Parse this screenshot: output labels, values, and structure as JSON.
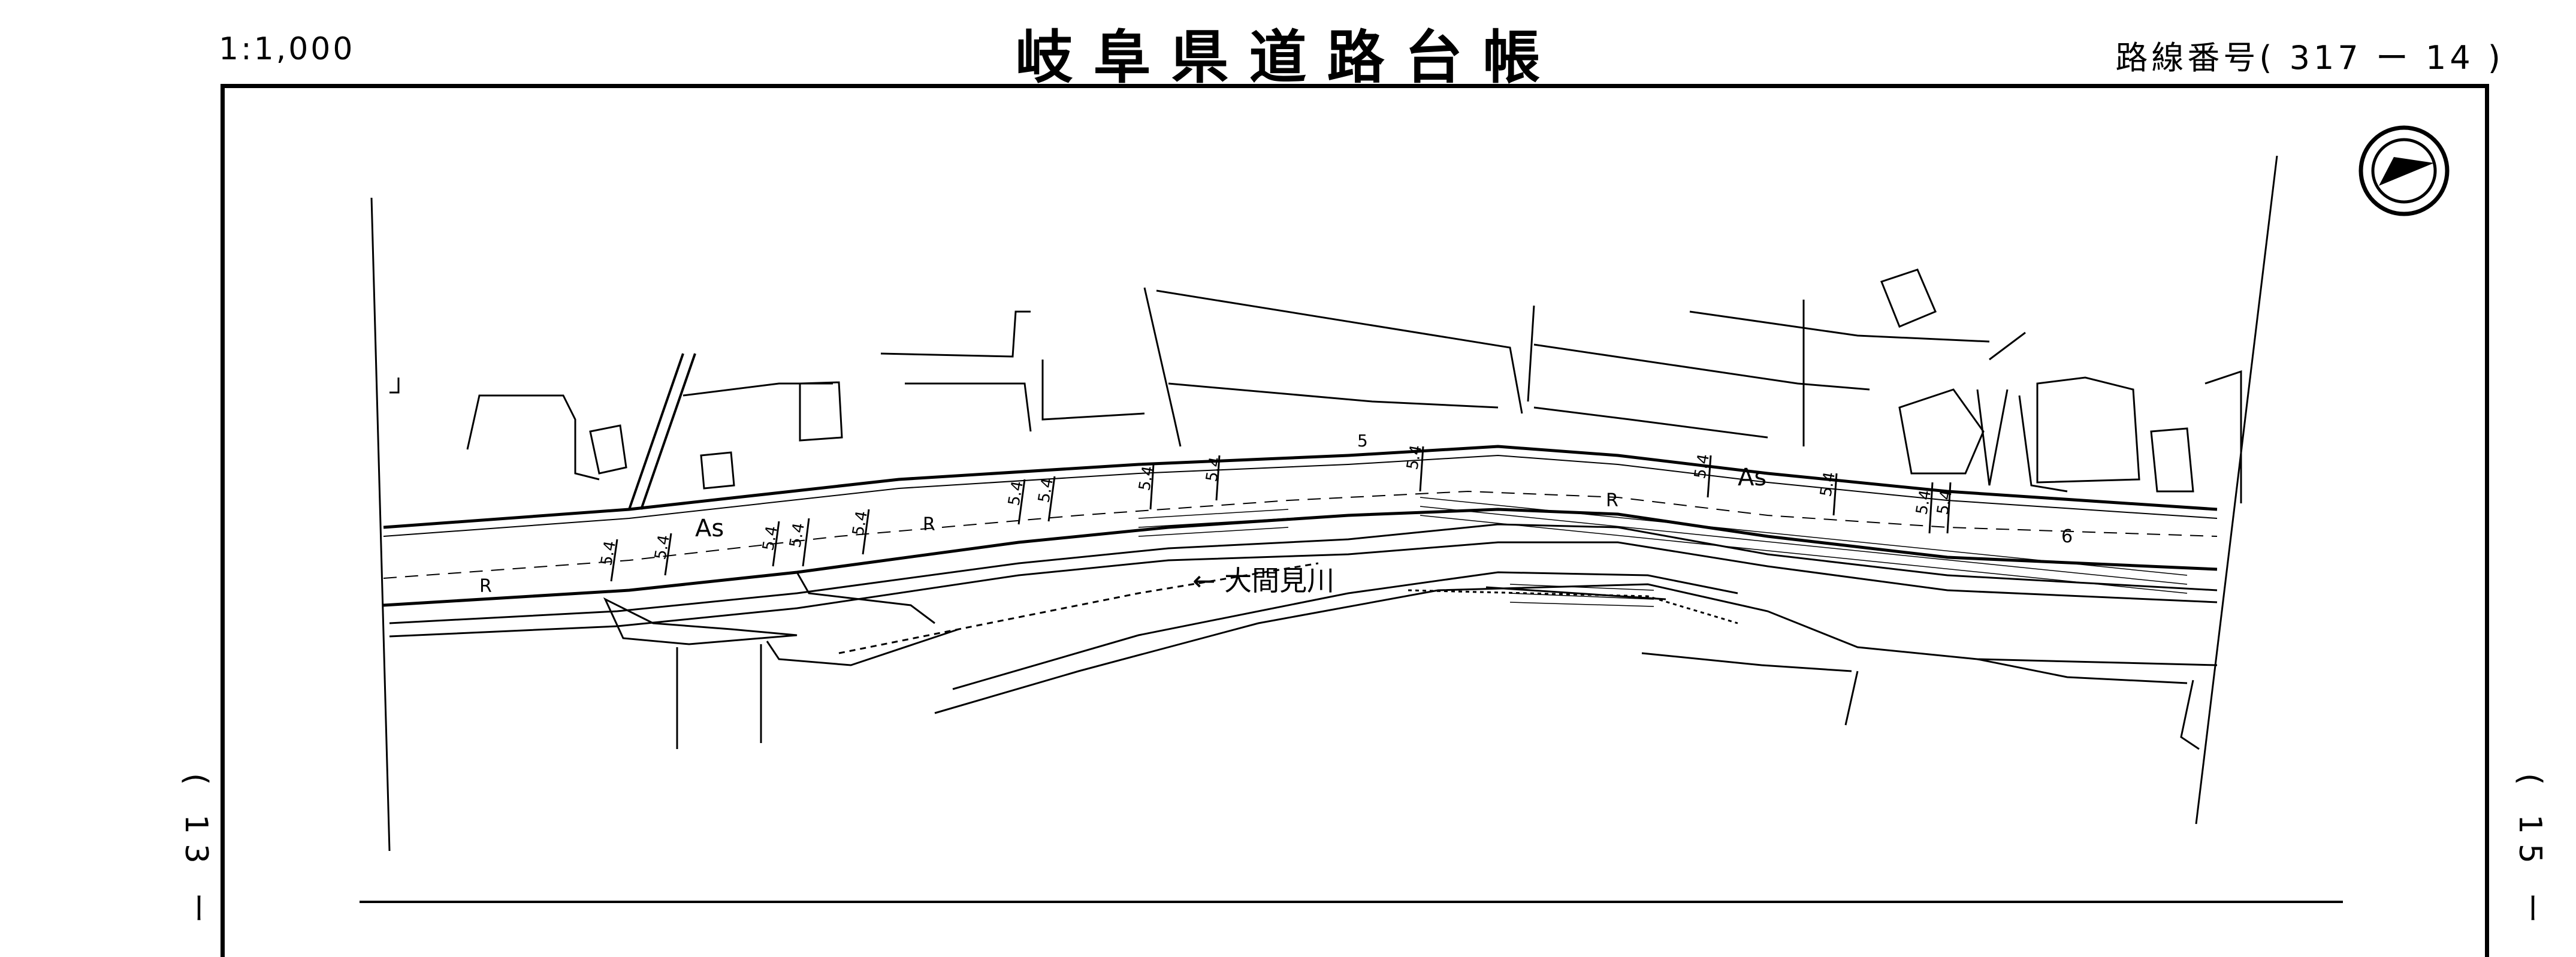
{
  "header": {
    "scale": "1:1,000",
    "title": "岐阜県道路台帳",
    "route_label": "路線番号",
    "route_number": "( 317 ー 14 )"
  },
  "sheet_refs": {
    "previous": "( 13 ー",
    "next": "( 15 ー"
  },
  "map": {
    "river_name": "← 大間見川",
    "surface_labels": [
      "As",
      "As"
    ],
    "rail_labels": [
      "R",
      "R",
      "R"
    ],
    "widths": [
      "5.4",
      "5.4",
      "5.4",
      "5.4",
      "5.4",
      "5.4",
      "5.4",
      "5.4",
      "5.4",
      "5.4",
      "5.4",
      "5.4",
      "5.4",
      "5.4"
    ],
    "misc_labels": [
      "5",
      "6"
    ],
    "north_symbol": "north-arrow"
  }
}
